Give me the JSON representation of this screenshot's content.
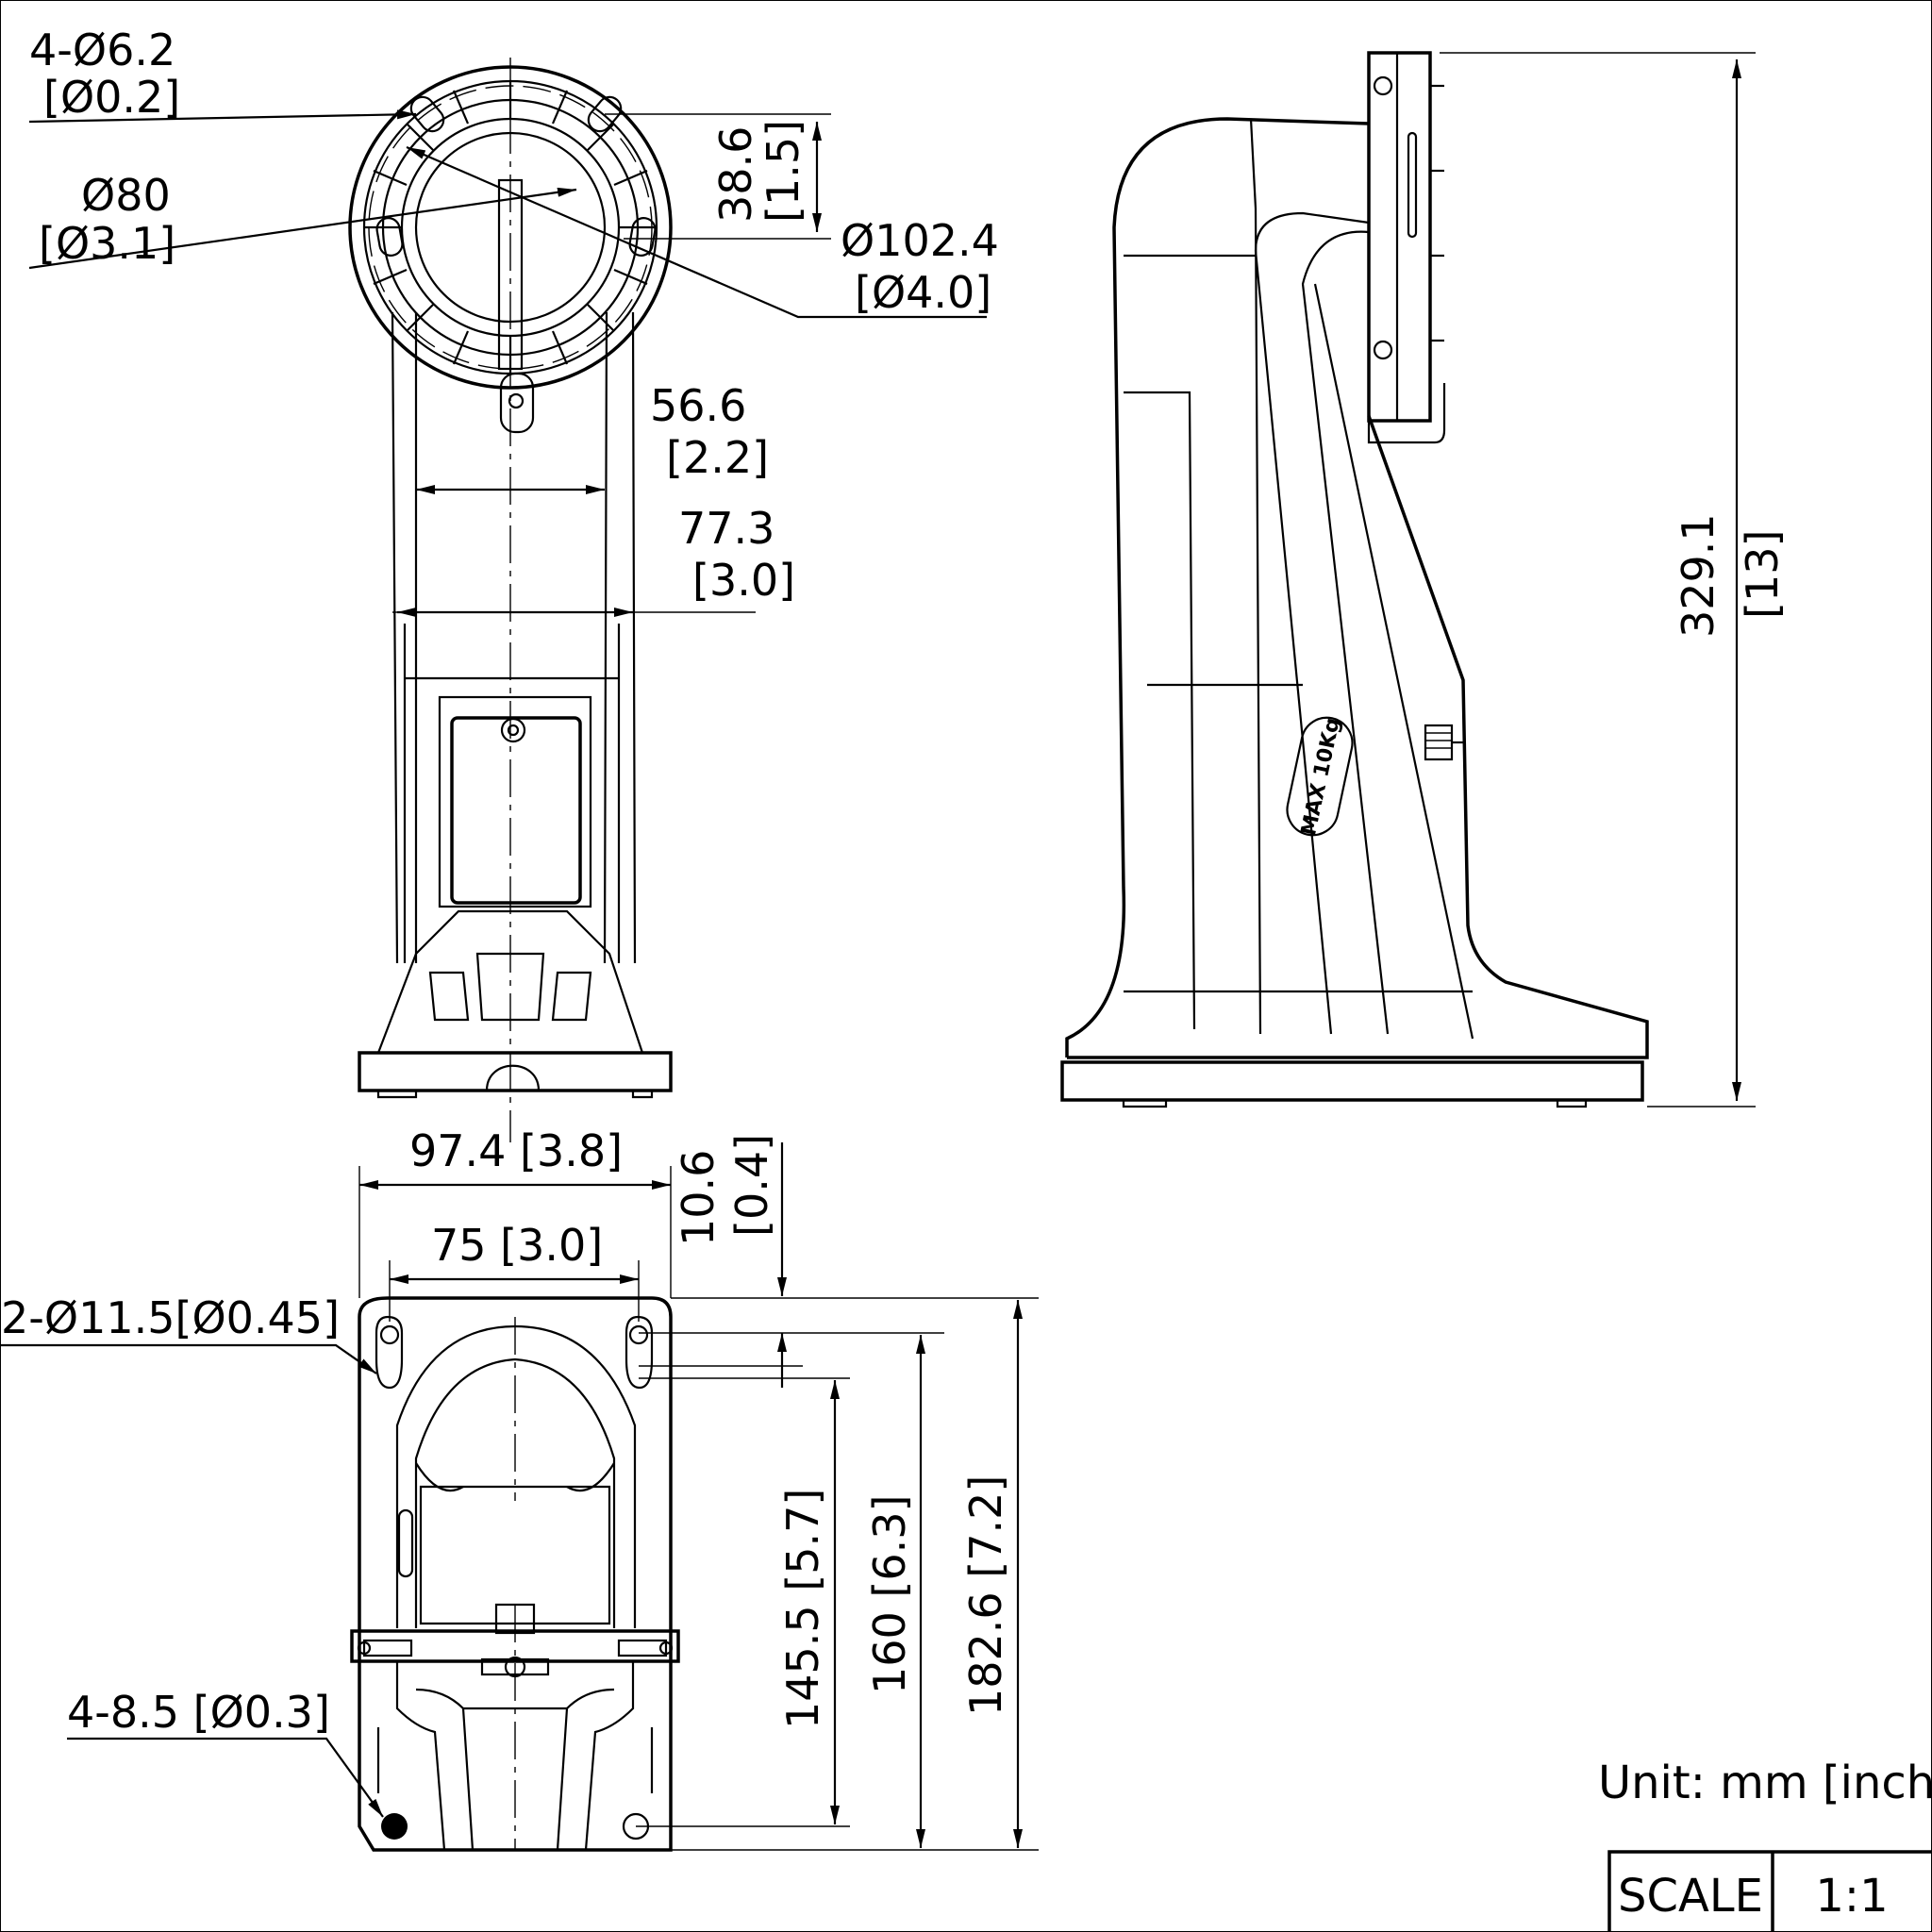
{
  "labels": {
    "hole_4_6_2": "4-Ø6.2",
    "hole_4_6_2_in": "[Ø0.2]",
    "dia_80": "Ø80",
    "dia_80_in": "[Ø3.1]",
    "dim_38_6": "38.6",
    "dim_38_6_in": "[1.5]",
    "dia_102_4": "Ø102.4",
    "dia_102_4_in": "[Ø4.0]",
    "dim_56_6": "56.6",
    "dim_56_6_in": "[2.2]",
    "dim_77_3": "77.3",
    "dim_77_3_in": "[3.0]",
    "dim_97_4": "97.4  [3.8]",
    "dim_75": "75  [3.0]",
    "dim_10_6": "10.6",
    "dim_10_6_in": "[0.4]",
    "hole_2_11_5": "2-Ø11.5[Ø0.45]",
    "hole_4_8_5": "4-8.5 [Ø0.3]",
    "dim_145_5": "145.5 [5.7]",
    "dim_160": "160  [6.3]",
    "dim_182_6": "182.6  [7.2]",
    "dim_329_1": "329.1",
    "dim_329_1_in": "[13]",
    "max_load": "MAX 10Kg",
    "unit": "Unit: mm [inch]"
  },
  "scale_table": {
    "label": "SCALE",
    "value": "1:1"
  }
}
